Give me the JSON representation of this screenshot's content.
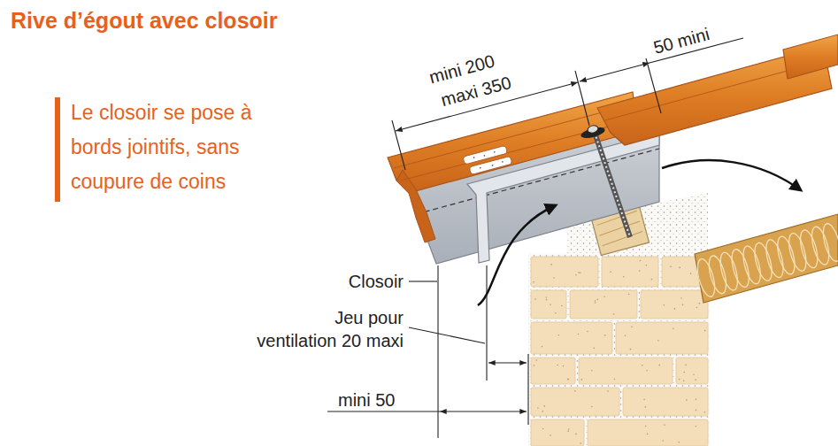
{
  "diagram": {
    "title": "Rive d’égout avec closoir",
    "labels": [
      "mini 200",
      "maxi 350",
      "50 mini",
      "Le closoir se pose à bords jointifs, sans coupure de coins",
      "Closoir",
      "Jeu pour ventilation 20 maxi",
      "mini 50"
    ]
  }
}
